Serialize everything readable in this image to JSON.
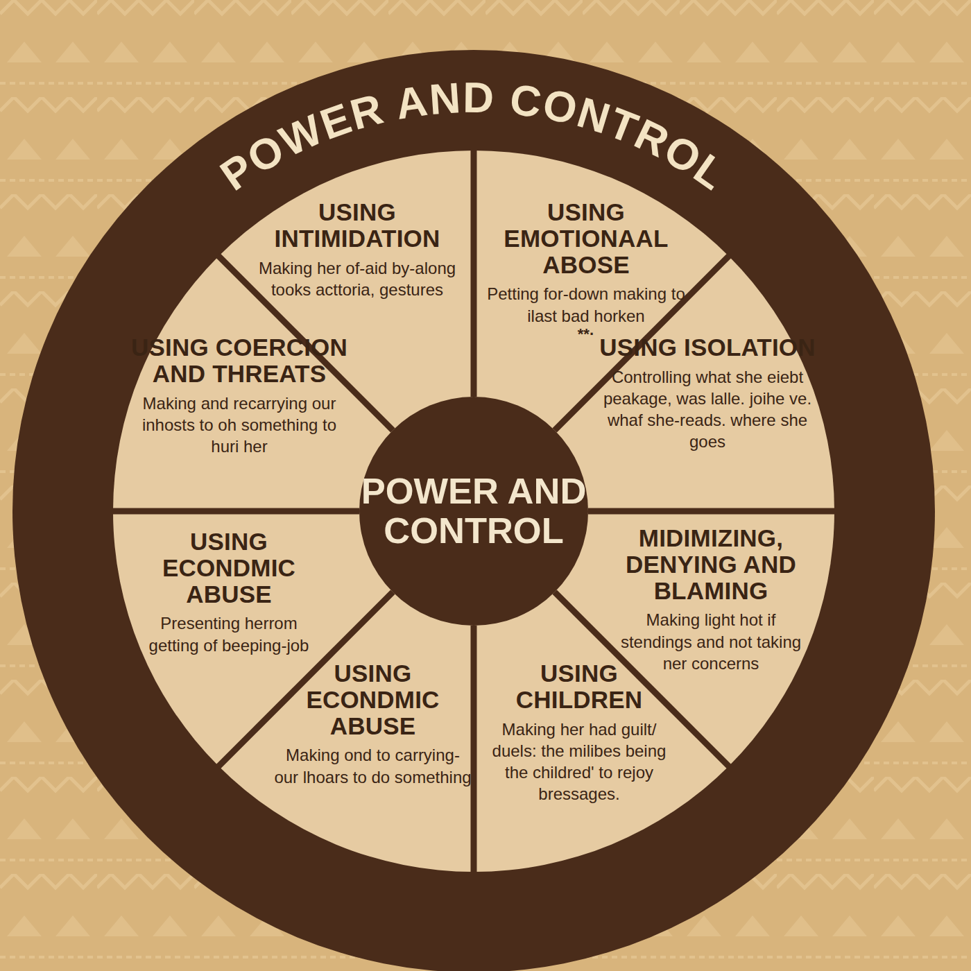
{
  "diagram": {
    "title": "POWER AND CONTROL",
    "nodes": [
      {
        "text": [
          "USING INTIMIDATION",
          "Making her of-aid by-along tooks acttoria, gestures"
        ]
      },
      {
        "text": [
          "USING EMOTIONAAL ABOSE",
          "Petting for-down making to ilast bad horken",
          "**·"
        ]
      },
      {
        "text": [
          "USING ISOLATION",
          "Controlling what she eiebt peakage, was lalle. joihe ve. whaf she-reads. where she goes"
        ]
      },
      {
        "text": [
          "MIDIMIZING, DENYING AND BLAMING",
          "Making light hot if stendings and not taking ner concerns"
        ]
      },
      {
        "text": [
          "USING CHILDREN",
          "Making her had guilt/ duels: the milibes being the childred' to rejoy bressages."
        ]
      },
      {
        "text": [
          "USING ECONDMIC ABUSE",
          "Making ond to carrying-our lhoars to do something"
        ]
      },
      {
        "text": [
          "USING ECONDMIC ABUSE",
          "Presenting herrom getting of beeping-job"
        ]
      },
      {
        "text": [
          "USING COERCION AND THREATS",
          "Making and recarrying our inhosts to oh something to huri her"
        ]
      },
      {
        "text": [
          "POWER AND CONTROL"
        ]
      }
    ]
  }
}
